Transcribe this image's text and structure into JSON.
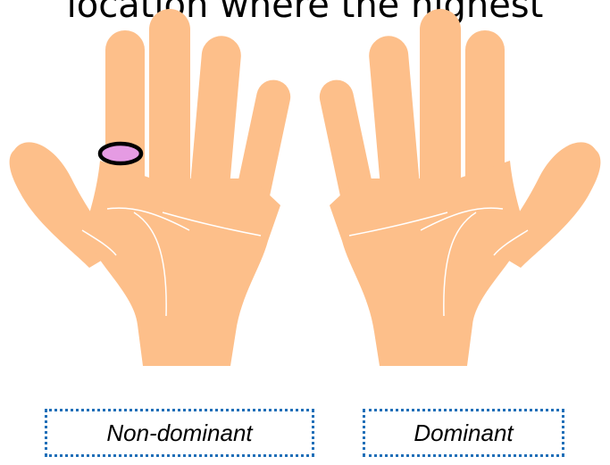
{
  "header": {
    "text": "location where the highest"
  },
  "hands": [
    {
      "label": "Non-dominant",
      "has_marker": true
    },
    {
      "label": "Dominant",
      "has_marker": false
    }
  ],
  "colors": {
    "skin": "#fdbf8a",
    "palm_lines": "#ffffff",
    "marker_fill": "#e59be3",
    "marker_stroke": "#000000",
    "label_border": "#1f6fb8"
  }
}
